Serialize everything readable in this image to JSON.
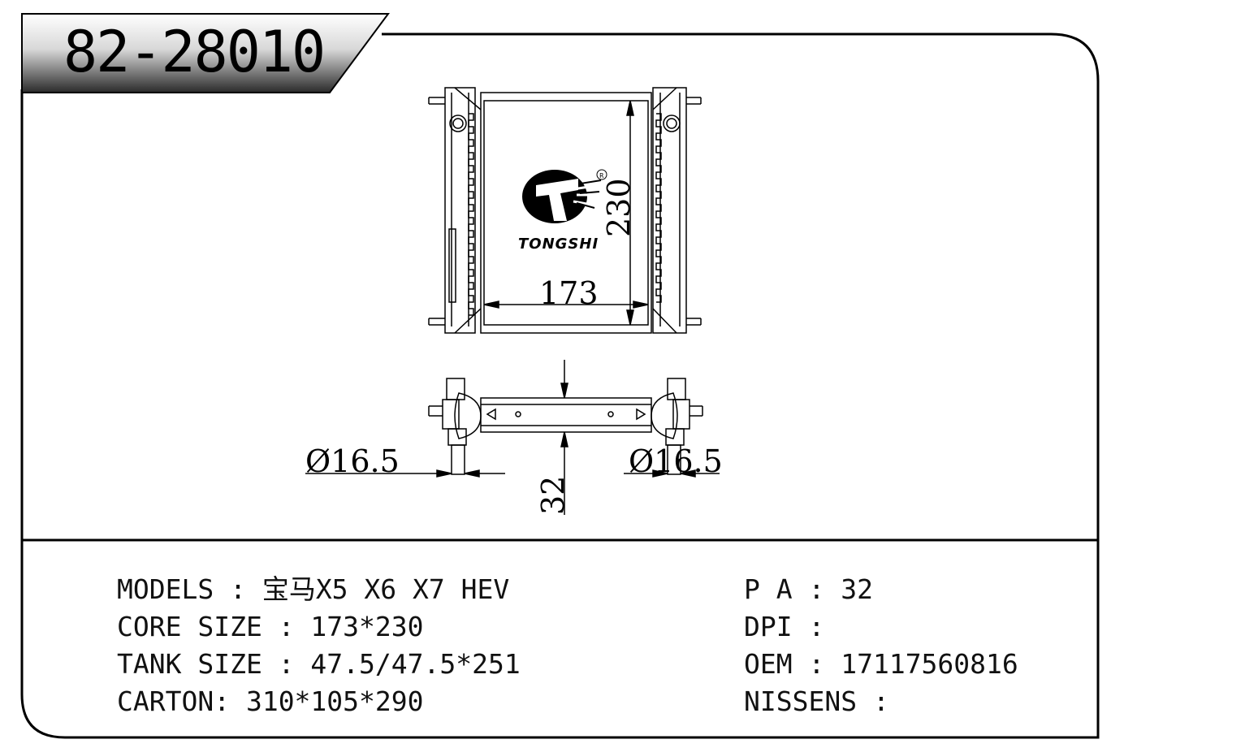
{
  "part_number": "82-28010",
  "brand": {
    "name": "TONGSHI",
    "registered_mark": "R"
  },
  "drawing": {
    "core_width": "173",
    "core_height": "230",
    "pipe_left": "Ø16.5",
    "pipe_right": "Ø16.5",
    "thickness": "32"
  },
  "specs": {
    "models_label": "MODELS : ",
    "models_value": "宝马X5 X6 X7 HEV",
    "core_label": "CORE SIZE : ",
    "core_value": "173*230",
    "tank_label": "TANK SIZE : ",
    "tank_value": "47.5/47.5*251",
    "carton_label": "CARTON: ",
    "carton_value": "310*105*290",
    "pa_label": "P A : ",
    "pa_value": "32",
    "dpi_label": "DPI : ",
    "dpi_value": "",
    "oem_label": "OEM : ",
    "oem_value": "17117560816",
    "nissens_label": "NISSENS : ",
    "nissens_value": ""
  }
}
